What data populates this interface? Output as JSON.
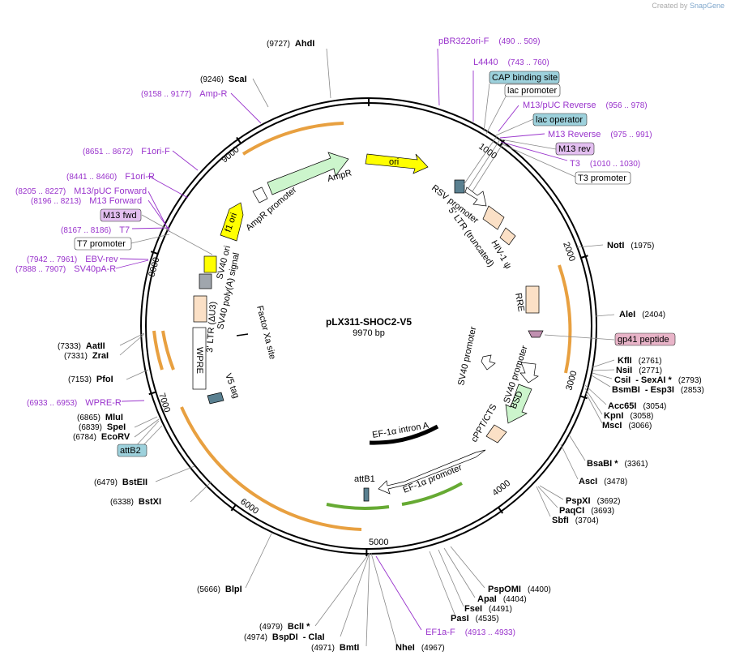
{
  "watermark": {
    "prefix": "Created by",
    "brand": "SnapGene"
  },
  "plasmid": {
    "name": "pLX311-SHOC2-V5",
    "length_label": "9970 bp"
  },
  "colors": {
    "backbone": "#000000",
    "primer": "#9933cc",
    "orange_feature": "#e8a040",
    "green_feature": "#66aa33",
    "yellow_feature": "#ffff00",
    "promoter_green": "#ccf5cc",
    "peach": "#fbe0c6",
    "gray": "#a0a6ad",
    "blue_box": "#9dd1dc",
    "pink_box": "#e8b4c8",
    "violet_box": "#e3bff0"
  },
  "ticks": [
    "1000",
    "2000",
    "3000",
    "4000",
    "5000",
    "6000",
    "7000",
    "8000",
    "9000"
  ],
  "restriction_sites": [
    {
      "name": "AhdI",
      "pos": "(9727)"
    },
    {
      "name": "ScaI",
      "pos": "(9246)"
    },
    {
      "name": "NotI",
      "pos": "(1975)"
    },
    {
      "name": "AleI",
      "pos": "(2404)"
    },
    {
      "name": "KflI",
      "pos": "(2761)"
    },
    {
      "name": "NsiI",
      "pos": "(2771)"
    },
    {
      "name": "CsiI",
      "extra": "- SexAI *",
      "pos": "(2793)"
    },
    {
      "name": "BsmBI",
      "extra": "- Esp3I",
      "pos": "(2853)"
    },
    {
      "name": "Acc65I",
      "pos": "(3054)"
    },
    {
      "name": "KpnI",
      "pos": "(3058)"
    },
    {
      "name": "MscI",
      "pos": "(3066)"
    },
    {
      "name": "BsaBI *",
      "pos": "(3361)"
    },
    {
      "name": "AscI",
      "pos": "(3478)"
    },
    {
      "name": "PspXI",
      "pos": "(3692)"
    },
    {
      "name": "PaqCI",
      "pos": "(3693)"
    },
    {
      "name": "SbfI",
      "pos": "(3704)"
    },
    {
      "name": "PspOMI",
      "pos": "(4400)"
    },
    {
      "name": "ApaI",
      "pos": "(4404)"
    },
    {
      "name": "FseI",
      "pos": "(4491)"
    },
    {
      "name": "PasI",
      "pos": "(4535)"
    },
    {
      "name": "NheI",
      "pos": "(4967)"
    },
    {
      "name": "BmtI",
      "pos": "(4971)"
    },
    {
      "name": "BspDI",
      "extra": "- ClaI",
      "pos": "(4974)"
    },
    {
      "name": "BclI *",
      "pos": "(4979)"
    },
    {
      "name": "BlpI",
      "pos": "(5666)"
    },
    {
      "name": "BstXI",
      "pos": "(6338)"
    },
    {
      "name": "BstEII",
      "pos": "(6479)"
    },
    {
      "name": "EcoRV",
      "pos": "(6784)"
    },
    {
      "name": "SpeI",
      "pos": "(6839)"
    },
    {
      "name": "MluI",
      "pos": "(6865)"
    },
    {
      "name": "PfoI",
      "pos": "(7153)"
    },
    {
      "name": "ZraI",
      "pos": "(7331)"
    },
    {
      "name": "AatII",
      "pos": "(7333)"
    }
  ],
  "primers": [
    {
      "name": "pBR322ori-F",
      "pos": "(490 .. 509)"
    },
    {
      "name": "L4440",
      "pos": "(743 .. 760)"
    },
    {
      "name": "M13/pUC Reverse",
      "pos": "(956 .. 978)"
    },
    {
      "name": "M13 Reverse",
      "pos": "(975 .. 991)"
    },
    {
      "name": "T3",
      "pos": "(1010 .. 1030)"
    },
    {
      "name": "EF1a-F",
      "pos": "(4913 .. 4933)"
    },
    {
      "name": "WPRE-R",
      "pos": "(6933 .. 6953)"
    },
    {
      "name": "SV40pA-R",
      "pos": "(7888 .. 7907)"
    },
    {
      "name": "EBV-rev",
      "pos": "(7942 .. 7961)"
    },
    {
      "name": "T7",
      "pos": "(8167 .. 8186)"
    },
    {
      "name": "M13 Forward",
      "pos": "(8196 .. 8213)"
    },
    {
      "name": "M13/pUC Forward",
      "pos": "(8205 .. 8227)"
    },
    {
      "name": "F1ori-R",
      "pos": "(8441 .. 8460)"
    },
    {
      "name": "F1ori-F",
      "pos": "(8651 .. 8672)"
    },
    {
      "name": "Amp-R",
      "pos": "(9158 .. 9177)"
    }
  ],
  "boxed_labels": [
    {
      "name": "CAP binding site",
      "style": "blue"
    },
    {
      "name": "lac promoter",
      "style": "white"
    },
    {
      "name": "lac operator",
      "style": "blue"
    },
    {
      "name": "M13 rev",
      "style": "violet"
    },
    {
      "name": "T3 promoter",
      "style": "white"
    },
    {
      "name": "gp41 peptide",
      "style": "pink"
    },
    {
      "name": "attB2",
      "style": "blue"
    },
    {
      "name": "M13 fwd",
      "style": "violet"
    },
    {
      "name": "T7 promoter",
      "style": "white"
    }
  ],
  "features": {
    "ori": "ori",
    "ampr": "AmpR",
    "ampr_promoter": "AmpR promoter",
    "f1_ori": "f1 ori",
    "rsv_promoter": "RSV promoter",
    "ltr5": "5' LTR (truncated)",
    "hiv_psi": "HIV-1 ψ",
    "rre": "RRE",
    "sv40_promoter_1": "SV40 promoter",
    "sv40_promoter_2": "SV40 promoter",
    "bsd": "BSD",
    "cppt": "cPPT/CTS",
    "ef1a_intron": "EF-1α intron A",
    "ef1a_promoter": "EF-1α promoter",
    "attb1": "attB1",
    "v5_tag": "V5 tag",
    "wpre": "WPRE",
    "ltr3": "3' LTR (ΔU3)",
    "sv40_polya": "SV40 poly(A) signal",
    "sv40_ori": "SV40 ori",
    "factor_xa": "Factor Xa site"
  }
}
